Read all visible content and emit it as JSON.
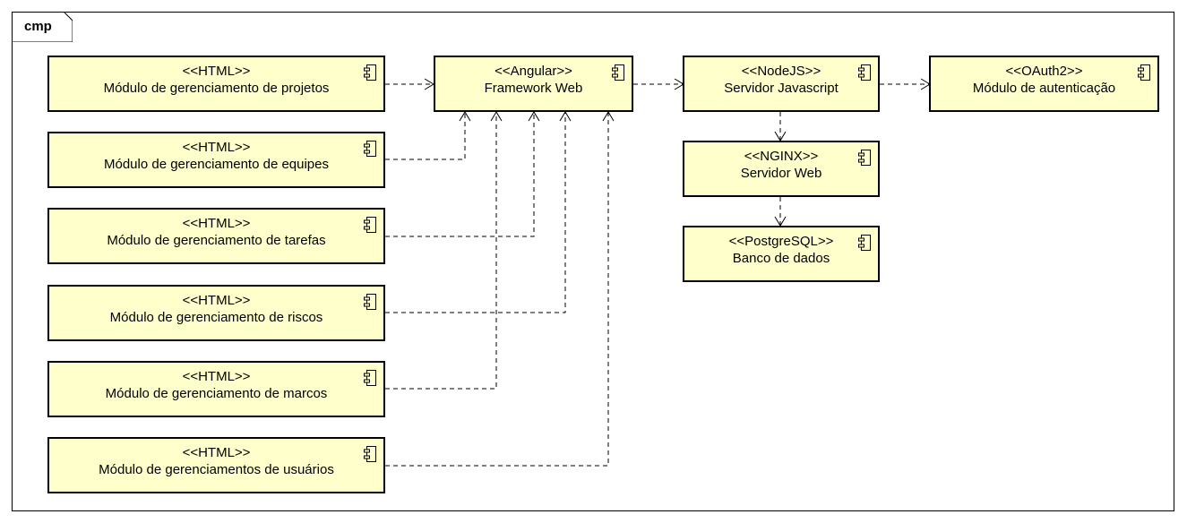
{
  "frame": {
    "label": "cmp"
  },
  "components": {
    "projetos": {
      "stereotype": "<<HTML>>",
      "name": "Módulo de gerenciamento de projetos"
    },
    "equipes": {
      "stereotype": "<<HTML>>",
      "name": "Módulo de gerenciamento de equipes"
    },
    "tarefas": {
      "stereotype": "<<HTML>>",
      "name": "Módulo de gerenciamento de tarefas"
    },
    "riscos": {
      "stereotype": "<<HTML>>",
      "name": "Módulo de gerenciamento de riscos"
    },
    "marcos": {
      "stereotype": "<<HTML>>",
      "name": "Módulo de gerenciamento de marcos"
    },
    "usuarios": {
      "stereotype": "<<HTML>>",
      "name": "Módulo de gerenciamentos de usuários"
    },
    "angular": {
      "stereotype": "<<Angular>>",
      "name": "Framework Web"
    },
    "nodejs": {
      "stereotype": "<<NodeJS>>",
      "name": "Servidor Javascript"
    },
    "oauth": {
      "stereotype": "<<OAuth2>>",
      "name": "Módulo de autenticação"
    },
    "nginx": {
      "stereotype": "<<NGINX>>",
      "name": "Servidor Web"
    },
    "postgres": {
      "stereotype": "<<PostgreSQL>>",
      "name": "Banco de dados"
    }
  },
  "dependencies": [
    {
      "from": "projetos",
      "to": "angular"
    },
    {
      "from": "equipes",
      "to": "angular"
    },
    {
      "from": "tarefas",
      "to": "angular"
    },
    {
      "from": "riscos",
      "to": "angular"
    },
    {
      "from": "marcos",
      "to": "angular"
    },
    {
      "from": "usuarios",
      "to": "angular"
    },
    {
      "from": "angular",
      "to": "nodejs"
    },
    {
      "from": "nodejs",
      "to": "oauth"
    },
    {
      "from": "nodejs",
      "to": "nginx"
    },
    {
      "from": "nginx",
      "to": "postgres"
    }
  ],
  "icon": "component-icon"
}
